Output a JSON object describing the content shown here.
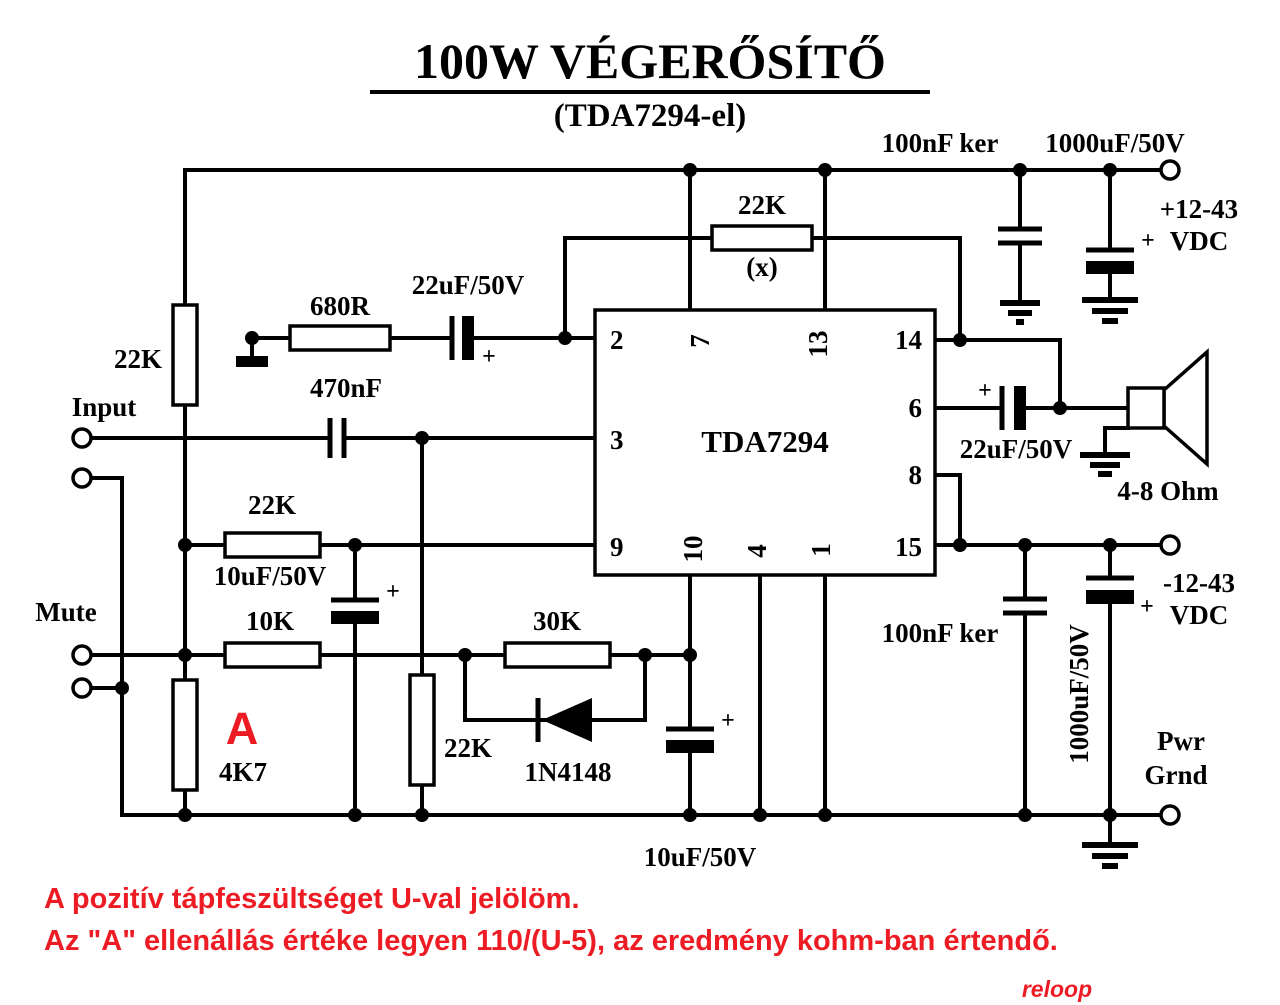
{
  "title": {
    "main": "100W VÉGERŐSÍTŐ",
    "sub": "(TDA7294-el)"
  },
  "ic": {
    "name": "TDA7294",
    "pins": {
      "p2": "2",
      "p3": "3",
      "p9": "9",
      "p7": "7",
      "p13": "13",
      "p14": "14",
      "p6": "6",
      "p8": "8",
      "p15": "15",
      "p10": "10",
      "p4": "4",
      "p1": "1"
    }
  },
  "labels": {
    "input": "Input",
    "mute": "Mute",
    "r_divider_top": "22K",
    "r_feedback": "22K",
    "r_feedback_note": "(x)",
    "r_gain": "680R",
    "c_gain": "22uF/50V",
    "c_input": "470nF",
    "r_stby": "22K",
    "c_stby": "10uF/50V",
    "r_mute": "10K",
    "r_delay": "30K",
    "d_delay": "1N4148",
    "r_bias": "22K",
    "tag_a": "A",
    "r_divider_bottom": "4K7",
    "c_mute": "10uF/50V",
    "c_boot": "22uF/50V",
    "speaker_impedance": "4-8 Ohm",
    "c_pos_ceramic": "100nF ker",
    "c_pos_electrolytic": "1000uF/50V",
    "pos_supply_line1": "+12-43",
    "pos_supply_line2": "VDC",
    "c_neg_ceramic": "100nF ker",
    "c_neg_electrolytic": "1000uF/50V",
    "neg_supply_line1": "-12-43",
    "neg_supply_line2": "VDC",
    "pwr_line1": "Pwr",
    "pwr_line2": "Grnd",
    "plus": "+"
  },
  "notes": {
    "line1": "A pozitív tápfeszültséget U-val jelölöm.",
    "line2": "Az \"A\" ellenállás értéke legyen 110/(U-5), az eredmény kohm-ban értendő.",
    "signature": "reloop"
  },
  "colors": {
    "ink": "#000000",
    "accent_red": "#ed1c24",
    "background": "#ffffff"
  }
}
